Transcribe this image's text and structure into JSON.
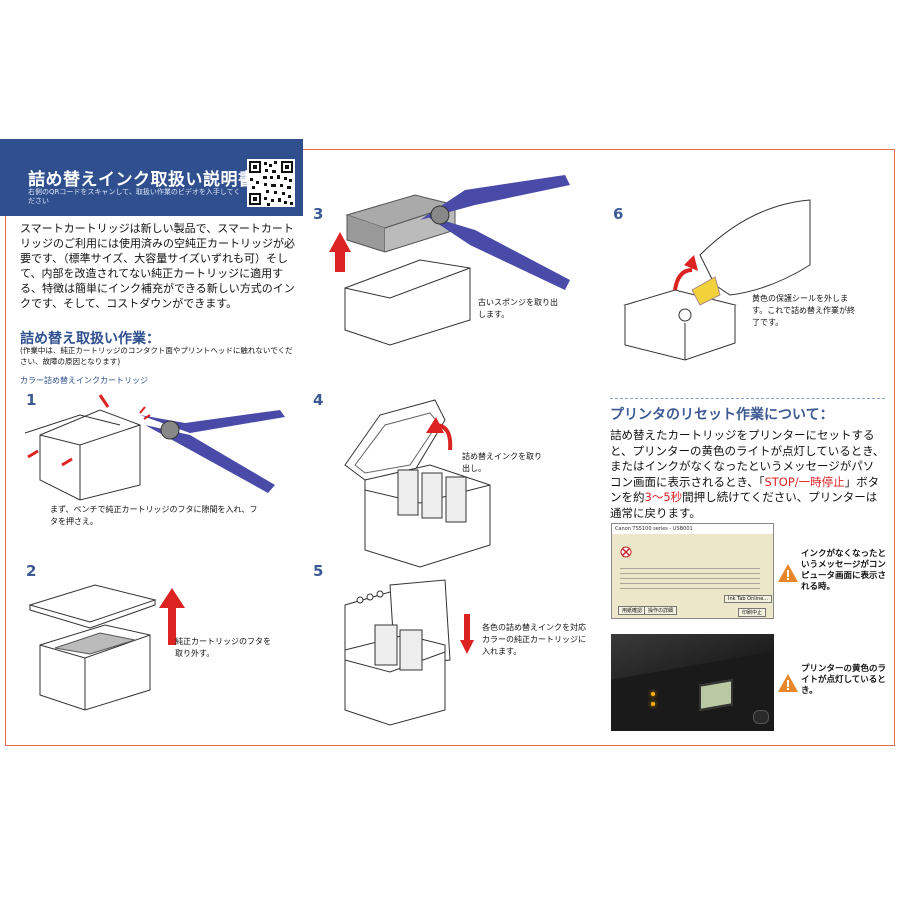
{
  "header": {
    "title": "詰め替えインク取扱い説明書",
    "subtitle": "右側のQRコードをスキャンして、取扱い作業のビデオを入手してください"
  },
  "intro": "スマートカートリッジは新しい製品で、スマートカートリッジのご利用には使用済みの空純正カートリッジが必要です、（標準サイズ、大容量サイズいずれも可）そして、内部を改造されてない純正カートリッジに適用する、特徴は簡単にインク補充ができる新しい方式のインクです、そして、コストダウンができます。",
  "section": {
    "title": "詰め替え取扱い作業：",
    "note": "(作業中は、純正カートリッジのコンタクト面やプリントヘッドに触れないでください、故障の原因となります)",
    "color_label": "カラー詰め替えインクカートリッジ"
  },
  "steps": [
    {
      "num": "1",
      "caption": "まず、ペンチで純正カートリッジのフタに隙間を入れ、フタを押さえ。"
    },
    {
      "num": "2",
      "caption": "純正カートリッジのフタを取り外す。"
    },
    {
      "num": "3",
      "caption": "古いスポンジを取り出します。"
    },
    {
      "num": "4",
      "caption": "詰め替えインクを取り出し。"
    },
    {
      "num": "5",
      "caption": "各色の詰め替えインクを対応カラーの純正カートリッジに入れます。"
    },
    {
      "num": "6",
      "caption": "黄色の保護シールを外します。これで詰め替え作業が終了です。"
    }
  ],
  "reset": {
    "title": "プリンタのリセット作業について：",
    "body_1": "詰め替えたカートリッジをプリンターにセットすると、プリンターの黄色のライトが点灯しているとき、またはインクがなくなったというメッセージがパソコン画面に表示されるとき、「",
    "body_red1": "STOP/一時停止",
    "body_2": "」ボタンを約",
    "body_red2": "3～5秒",
    "body_3": "間押し続けてください、プリンターは通常に戻ります。",
    "warn1": "インクがなくなったというメッセージがコンピュータ画面に表示される時。",
    "warn2": "プリンターの黄色のライトが点灯しているとき。"
  },
  "screenshot": {
    "window_title": "Canon TS5100 series - USB001",
    "btn_left": "用紙確認",
    "btn_mid": "操作の詳細",
    "btn_right1": "Ink Tab Online...",
    "btn_right2": "印刷中止"
  },
  "colors": {
    "accent": "#2f4f8f",
    "frame": "#e06a52",
    "red": "#d22222",
    "plier": "#4a4aa8"
  }
}
